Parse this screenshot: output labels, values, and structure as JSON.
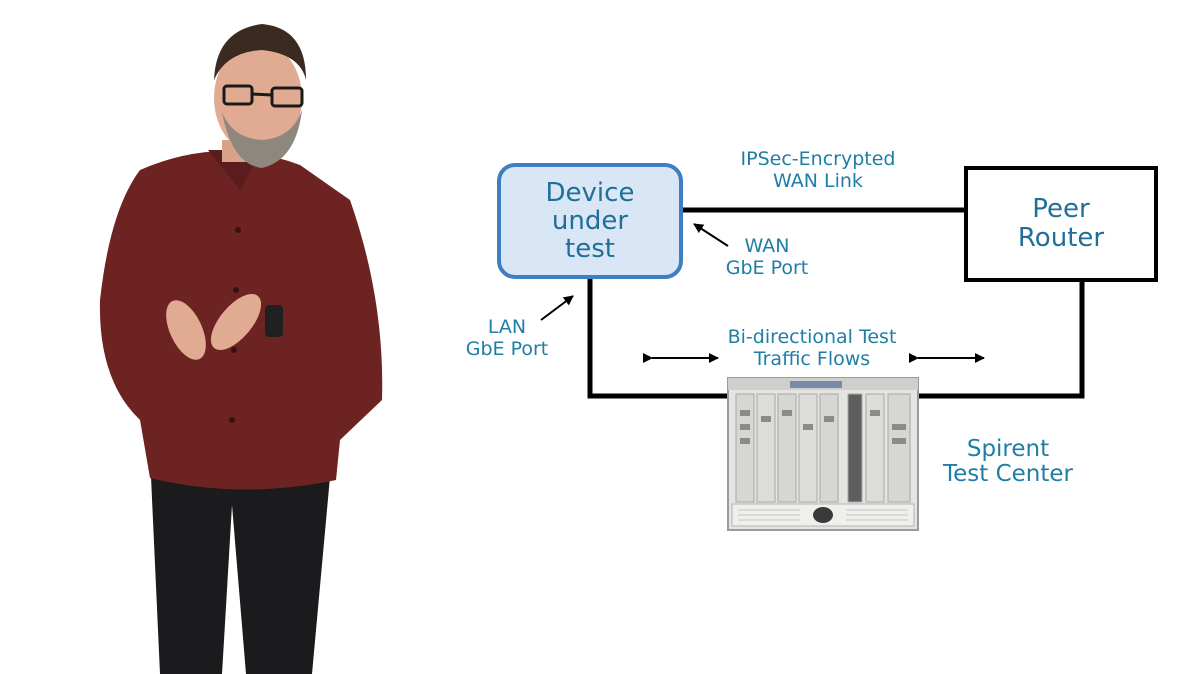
{
  "diagram": {
    "device_under_test": {
      "lines": [
        "Device",
        "under",
        "test"
      ]
    },
    "peer_router": {
      "lines": [
        "Peer",
        "Router"
      ]
    },
    "wan_link_label": {
      "lines": [
        "IPSec-Encrypted",
        "WAN Link"
      ]
    },
    "wan_port_label": {
      "lines": [
        "WAN",
        "GbE Port"
      ]
    },
    "lan_port_label": {
      "lines": [
        "LAN",
        "GbE Port"
      ]
    },
    "traffic_label": {
      "lines": [
        "Bi-directional Test",
        "Traffic Flows"
      ]
    },
    "test_center_label": {
      "lines": [
        "Spirent",
        "Test Center"
      ]
    }
  },
  "colors": {
    "label_text": "#1f7ea6",
    "dut_fill": "#d9e6f5",
    "dut_border": "#3e7fc1",
    "line": "#000000",
    "shirt": "#6e2323",
    "chassis": "#e4e4e2"
  }
}
